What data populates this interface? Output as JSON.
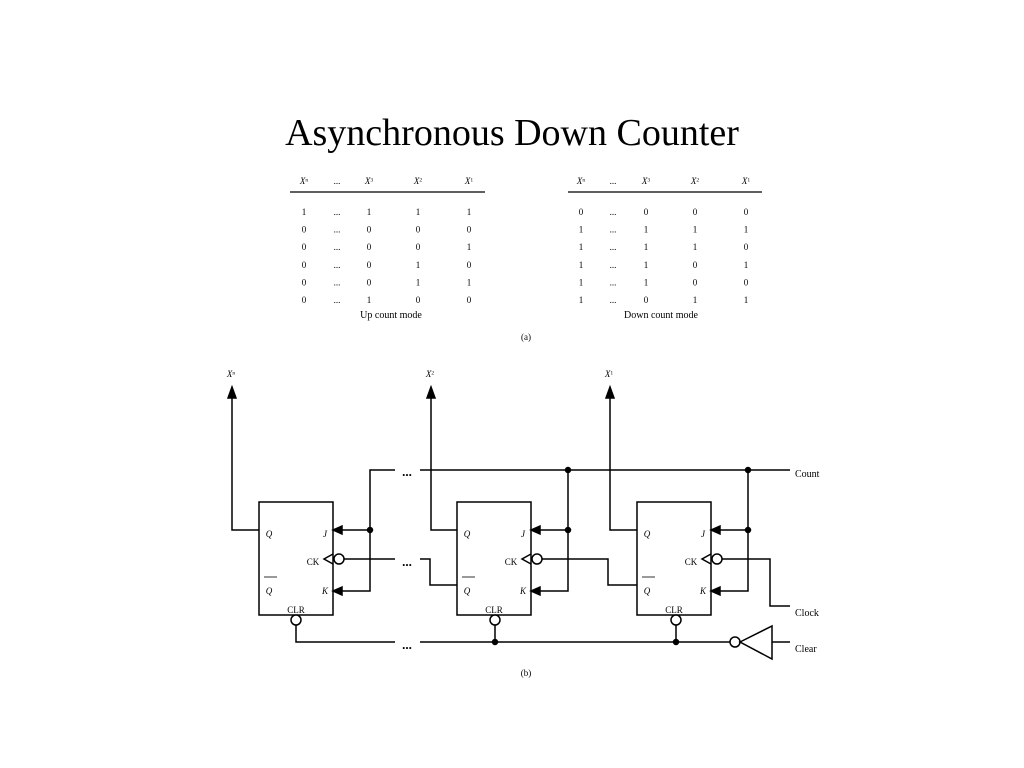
{
  "title": "Asynchronous Down Counter",
  "tables": [
    {
      "name": "up",
      "caption": "Up count mode",
      "headers": [
        {
          "base": "X",
          "sub": "n"
        },
        {
          "base": "...",
          "sub": ""
        },
        {
          "base": "X",
          "sub": "3"
        },
        {
          "base": "X",
          "sub": "2"
        },
        {
          "base": "X",
          "sub": "1"
        }
      ],
      "rows": [
        [
          "1",
          "...",
          "1",
          "1",
          "1"
        ],
        [
          "0",
          "...",
          "0",
          "0",
          "0"
        ],
        [
          "0",
          "...",
          "0",
          "0",
          "1"
        ],
        [
          "0",
          "...",
          "0",
          "1",
          "0"
        ],
        [
          "0",
          "...",
          "0",
          "1",
          "1"
        ],
        [
          "0",
          "...",
          "1",
          "0",
          "0"
        ]
      ]
    },
    {
      "name": "down",
      "caption": "Down count mode",
      "headers": [
        {
          "base": "X",
          "sub": "n"
        },
        {
          "base": "...",
          "sub": ""
        },
        {
          "base": "X",
          "sub": "3"
        },
        {
          "base": "X",
          "sub": "2"
        },
        {
          "base": "X",
          "sub": "1"
        }
      ],
      "rows": [
        [
          "0",
          "...",
          "0",
          "0",
          "0"
        ],
        [
          "1",
          "...",
          "1",
          "1",
          "1"
        ],
        [
          "1",
          "...",
          "1",
          "1",
          "0"
        ],
        [
          "1",
          "...",
          "1",
          "0",
          "1"
        ],
        [
          "1",
          "...",
          "1",
          "0",
          "0"
        ],
        [
          "1",
          "...",
          "0",
          "1",
          "1"
        ]
      ]
    }
  ],
  "label_a": "(a)",
  "label_b": "(b)",
  "circuit": {
    "outputs": [
      {
        "base": "X",
        "sub": "n"
      },
      {
        "base": "X",
        "sub": "2"
      },
      {
        "base": "X",
        "sub": "1"
      }
    ],
    "flipflop_pins": {
      "q": "Q",
      "qbar": "Q",
      "j": "J",
      "k": "K",
      "ck": "CK",
      "clr": "CLR"
    },
    "ellipsis": "...",
    "inputs": {
      "count": "Count",
      "clock": "Clock",
      "clear": "Clear"
    }
  }
}
